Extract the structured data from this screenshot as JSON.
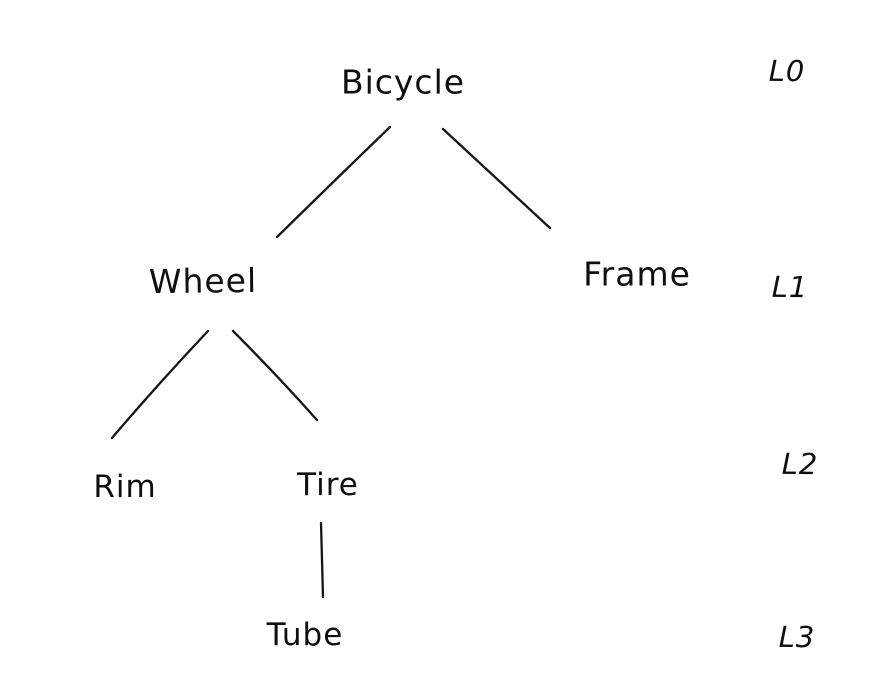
{
  "diagram": {
    "kind": "tree",
    "style": "hand-drawn",
    "root": "Bicycle",
    "nodes": [
      {
        "id": "bicycle",
        "label": "Bicycle",
        "level": 0,
        "parent": null
      },
      {
        "id": "wheel",
        "label": "Wheel",
        "level": 1,
        "parent": "bicycle"
      },
      {
        "id": "frame",
        "label": "Frame",
        "level": 1,
        "parent": "bicycle"
      },
      {
        "id": "rim",
        "label": "Rim",
        "level": 2,
        "parent": "wheel"
      },
      {
        "id": "tire",
        "label": "Tire",
        "level": 2,
        "parent": "wheel"
      },
      {
        "id": "tube",
        "label": "Tube",
        "level": 3,
        "parent": "tire"
      }
    ],
    "edges": [
      {
        "from": "Bicycle",
        "to": "Wheel"
      },
      {
        "from": "Bicycle",
        "to": "Frame"
      },
      {
        "from": "Wheel",
        "to": "Rim"
      },
      {
        "from": "Wheel",
        "to": "Tire"
      },
      {
        "from": "Tire",
        "to": "Tube"
      }
    ],
    "level_labels": [
      {
        "label": "L0"
      },
      {
        "label": "L1"
      },
      {
        "label": "L2"
      },
      {
        "label": "L3"
      }
    ]
  },
  "colors": {
    "background": "#ffffff",
    "ink": "#0f0f0f"
  }
}
